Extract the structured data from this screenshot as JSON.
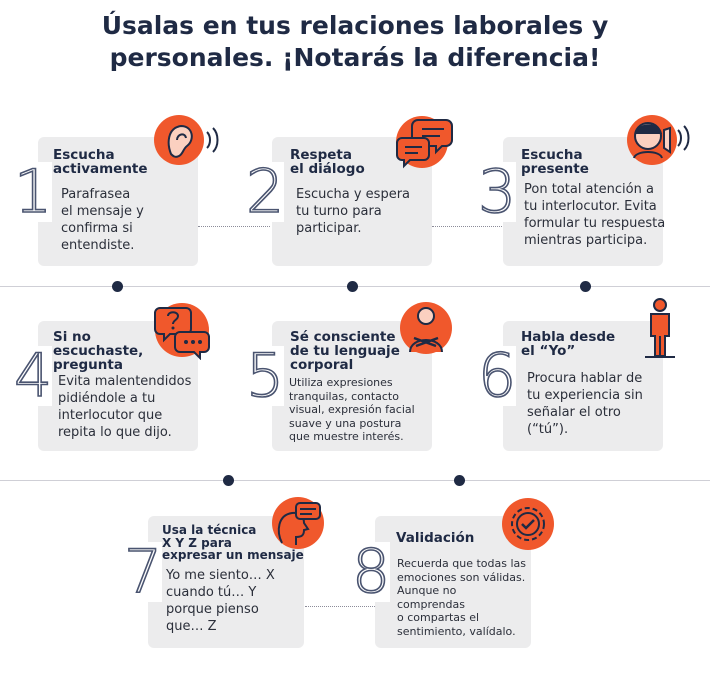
{
  "title_line1": "Úsalas en tus relaciones laborales y",
  "title_line2": "personales. ¡Notarás la diferencia!",
  "colors": {
    "accent": "#f0582c",
    "navy": "#1f2a44",
    "card": "#ececed"
  },
  "cards": [
    {
      "number": "1",
      "title": "Escucha\nactivamente",
      "body": "Parafrasea\nel mensaje y\nconfirma si\nentendiste.",
      "icon": "ear-icon"
    },
    {
      "number": "2",
      "title": "Respeta\nel diálogo",
      "body": "Escucha y espera\ntu turno para\nparticipar.",
      "icon": "speech-bubbles-icon"
    },
    {
      "number": "3",
      "title": "Escucha\npresente",
      "body": "Pon total atención a\ntu interlocutor. Evita\nformular tu respuesta\nmientras participa.",
      "icon": "person-listening-icon"
    },
    {
      "number": "4",
      "title": "Si no\nescuchaste,\npregunta",
      "body": "Evita malentendidos\npidiéndole a tu\ninterlocutor que\nrepita lo que dijo.",
      "icon": "question-bubbles-icon"
    },
    {
      "number": "5",
      "title": "Sé consciente\nde tu lenguaje\ncorporal",
      "body": "Utiliza expresiones\ntranquilas, contacto\nvisual, expresión facial\nsuave y una postura\nque muestre interés.",
      "icon": "body-language-icon"
    },
    {
      "number": "6",
      "title": "Habla desde\nel “Yo”",
      "body": "Procura hablar de\ntu experiencia sin\nseñalar el otro\n(“tú”).",
      "icon": "person-standing-icon"
    },
    {
      "number": "7",
      "title": "Usa la técnica\nX Y Z para\nexpresar un mensaje",
      "body": "Yo me siento… X\ncuando tú… Y\nporque pienso\nque… Z",
      "icon": "head-message-icon"
    },
    {
      "number": "8",
      "title": "Validación",
      "body": "Recuerda que todas las\nemociones son válidas.\nAunque no\ncomprendas\no compartas el\nsentimiento, valídalo.",
      "icon": "validation-seal-icon"
    }
  ]
}
